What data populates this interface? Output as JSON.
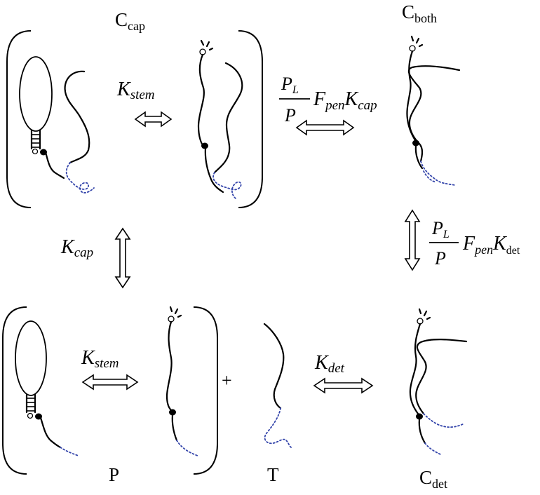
{
  "species": {
    "c_cap": {
      "base": "C",
      "sub": "cap"
    },
    "c_both": {
      "base": "C",
      "sub": "both"
    },
    "c_det": {
      "base": "C",
      "sub": "det"
    },
    "p": "P",
    "t": "T"
  },
  "rates": {
    "k_stem_top": {
      "base": "K",
      "sub": "stem"
    },
    "k_stem_bottom": {
      "base": "K",
      "sub": "stem"
    },
    "k_cap": {
      "base": "K",
      "sub": "cap"
    },
    "k_det": {
      "base": "K",
      "sub": "det"
    },
    "cap_to_both": {
      "num": "P",
      "num_sub": "L",
      "den": "P",
      "f": "F",
      "f_sub": "pen",
      "k": "K",
      "k_sub": "cap"
    },
    "both_to_det": {
      "num": "P",
      "num_sub": "L",
      "den": "P",
      "f": "F",
      "f_sub": "pen",
      "k": "K",
      "k_sub": "det"
    }
  },
  "plus": "+",
  "colors": {
    "strand": "#000000",
    "tail_dotted": "#3344aa",
    "background": "#ffffff"
  }
}
